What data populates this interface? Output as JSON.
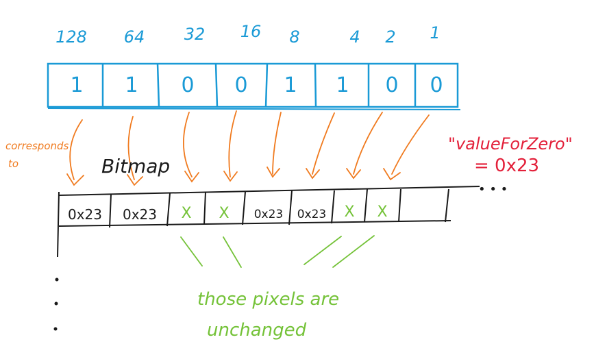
{
  "bit_weights": [
    "128",
    "64",
    "32",
    "16",
    "8",
    "4",
    "2",
    "1"
  ],
  "bits": [
    "1",
    "1",
    "0",
    "0",
    "1",
    "1",
    "0",
    "0"
  ],
  "labels": {
    "corresponds": "corresponds",
    "to": "to",
    "bitmap": "Bitmap",
    "value_for_zero_name": "\"valueForZero\"",
    "value_for_zero_eq": "= 0x23",
    "unchanged_line1": "those pixels are",
    "unchanged_line2": "unchanged",
    "ellipsis": "• • •"
  },
  "pixels": [
    "0x23",
    "0x23",
    "X",
    "X",
    "0x23",
    "0x23",
    "X",
    "X",
    ""
  ],
  "colors": {
    "blue": "#1a9ad6",
    "orange": "#f07a1e",
    "red": "#e3203a",
    "green": "#74c238",
    "black": "#1a1a1a"
  }
}
